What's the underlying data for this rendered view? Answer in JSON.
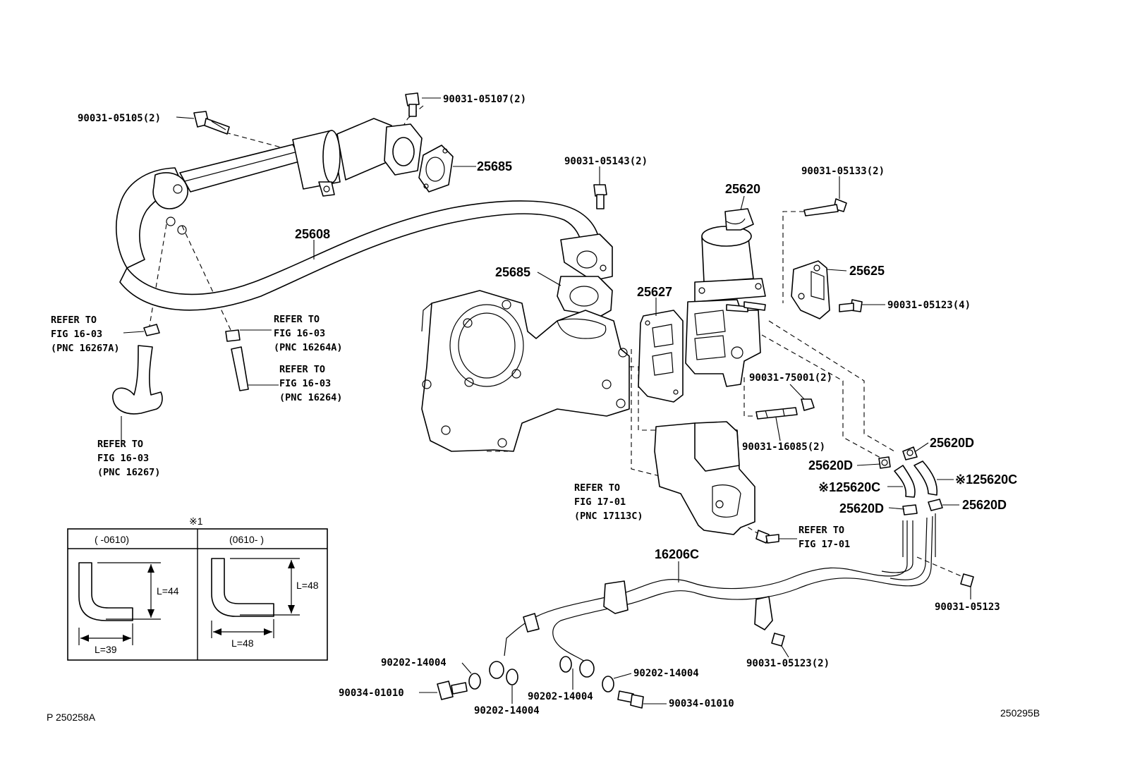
{
  "callouts": {
    "bolt_05105": "90031-05105(2)",
    "bolt_05107": "90031-05107(2)",
    "gasket_top": "25685",
    "pipe": "25608",
    "bolt_05143": "90031-05143(2)",
    "valve": "25620",
    "bolt_05133": "90031-05133(2)",
    "gasket_mid": "25685",
    "gasket_valve": "25627",
    "bracket": "25625",
    "bolt_05123_4": "90031-05123(4)",
    "nut_75001": "90031-75001(2)",
    "stud_16085": "90031-16085(2)",
    "clip_d_right_top": "25620D",
    "clip_d_left": "25620D",
    "hose_c_left": "※125620C",
    "hose_c_right": "※125620C",
    "clip_d_mid_left": "25620D",
    "clip_d_mid_right": "25620D",
    "harness": "16206C",
    "bolt_05123_right": "90031-05123",
    "bolt_05123_2": "90031-05123(2)",
    "washer_1": "90202-14004",
    "washer_2": "90202-14004",
    "washer_3": "90202-14004",
    "washer_4": "90202-14004",
    "bolt_01010_left": "90034-01010",
    "bolt_01010_right": "90034-01010"
  },
  "references": {
    "ref_a": [
      "REFER TO",
      "FIG 16-03",
      "(PNC 16267A)"
    ],
    "ref_b": [
      "REFER TO",
      "FIG 16-03",
      "(PNC 16264A)"
    ],
    "ref_c": [
      "REFER TO",
      "FIG 16-03",
      "(PNC 16264)"
    ],
    "ref_d": [
      "REFER TO",
      "FIG 16-03",
      "(PNC 16267)"
    ],
    "ref_e": [
      "REFER TO",
      "FIG 17-01",
      "(PNC 17113C)"
    ],
    "ref_f": [
      "REFER TO",
      "FIG 17-01"
    ]
  },
  "inset": {
    "note_mark": "※1",
    "col1_header": "(       -0610)",
    "col2_header": "(0610-       )",
    "col1_height": "L=44",
    "col1_length": "L=39",
    "col2_height": "L=48",
    "col2_length": "L=48"
  },
  "footer": {
    "left_code": "P  250258A",
    "right_code": "250295B"
  }
}
